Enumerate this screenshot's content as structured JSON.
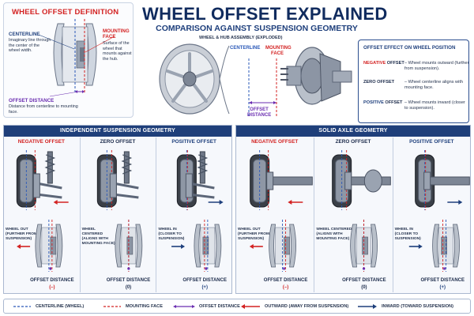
{
  "header": {
    "title": "WHEEL OFFSET EXPLAINED",
    "subtitle_prefix": "COMPARISON AGAINST ",
    "subtitle_emph": "SUSPENSION GEOMETRY",
    "assembly_label": "WHEEL & HUB ASSEMBLY (EXPLODED)",
    "centerline_label": "CENTERLINE",
    "mounting_face_label": "MOUNTING FACE",
    "offset_distance_label": "OFFSET DISTANCE"
  },
  "definition": {
    "title": "WHEEL OFFSET DEFINITION",
    "centerline_head": "CENTERLINE",
    "centerline_text": "Imaginary line through the center of the wheel width.",
    "mounting_head": "MOUNTING FACE",
    "mounting_text": "Surface of the wheel that mounts against the hub.",
    "offset_head": "OFFSET DISTANCE",
    "offset_text": "Distance from centerline to mounting face."
  },
  "effects": {
    "title": "OFFSET EFFECT ON WHEEL POSITION",
    "rows": [
      {
        "key": "NEGATIVE",
        "suffix": " OFFSET",
        "text": "– Wheel mounts outward (further from suspension)."
      },
      {
        "key": "ZERO",
        "suffix": " OFFSET",
        "text": "– Wheel centerline aligns with mounting face."
      },
      {
        "key": "POSITIVE",
        "suffix": " OFFSET",
        "text": "– Wheel mounts inward (closer to suspension)."
      }
    ]
  },
  "panels": [
    {
      "title": "INDEPENDENT SUSPENSION GEOMETRY",
      "cells": [
        {
          "title": "NEGATIVE OFFSET",
          "note": "WHEEL OUT (FURTHER FROM SUSPENSION)",
          "offset_label": "OFFSET DISTANCE",
          "sign": "(–)"
        },
        {
          "title": "ZERO OFFSET",
          "note": "WHEEL CENTERED (ALIGNS WITH MOUNTING FACE)",
          "offset_label": "OFFSET DISTANCE",
          "sign": "(0)"
        },
        {
          "title": "POSITIVE OFFSET",
          "note": "WHEEL IN (CLOSER TO SUSPENSION)",
          "offset_label": "OFFSET DISTANCE",
          "sign": "(+)"
        }
      ]
    },
    {
      "title": "SOLID AXLE GEOMETRY",
      "cells": [
        {
          "title": "NEGATIVE OFFSET",
          "note": "WHEEL OUT (FURTHER FROM SUSPENSION)",
          "offset_label": "OFFSET DISTANCE",
          "sign": "(–)"
        },
        {
          "title": "ZERO OFFSET",
          "note": "WHEEL CENTERED (ALIGNS WITH MOUNTING FACE)",
          "offset_label": "OFFSET DISTANCE",
          "sign": "(0)"
        },
        {
          "title": "POSITIVE OFFSET",
          "note": "WHEEL IN (CLOSER TO SUSPENSION)",
          "offset_label": "OFFSET DISTANCE",
          "sign": "(+)"
        }
      ]
    }
  ],
  "legend": {
    "centerline": "CENTERLINE (WHEEL)",
    "mounting_face": "MOUNTING FACE",
    "offset_distance": "OFFSET DISTANCE",
    "outward": "OUTWARD (AWAY FROM SUSPENSION)",
    "inward": "INWARD (TOWARD SUSPENSION)"
  },
  "colors": {
    "navy": "#1f3f7a",
    "red": "#d32222",
    "blue_line": "#2a58b8",
    "purple": "#6a2db0"
  }
}
